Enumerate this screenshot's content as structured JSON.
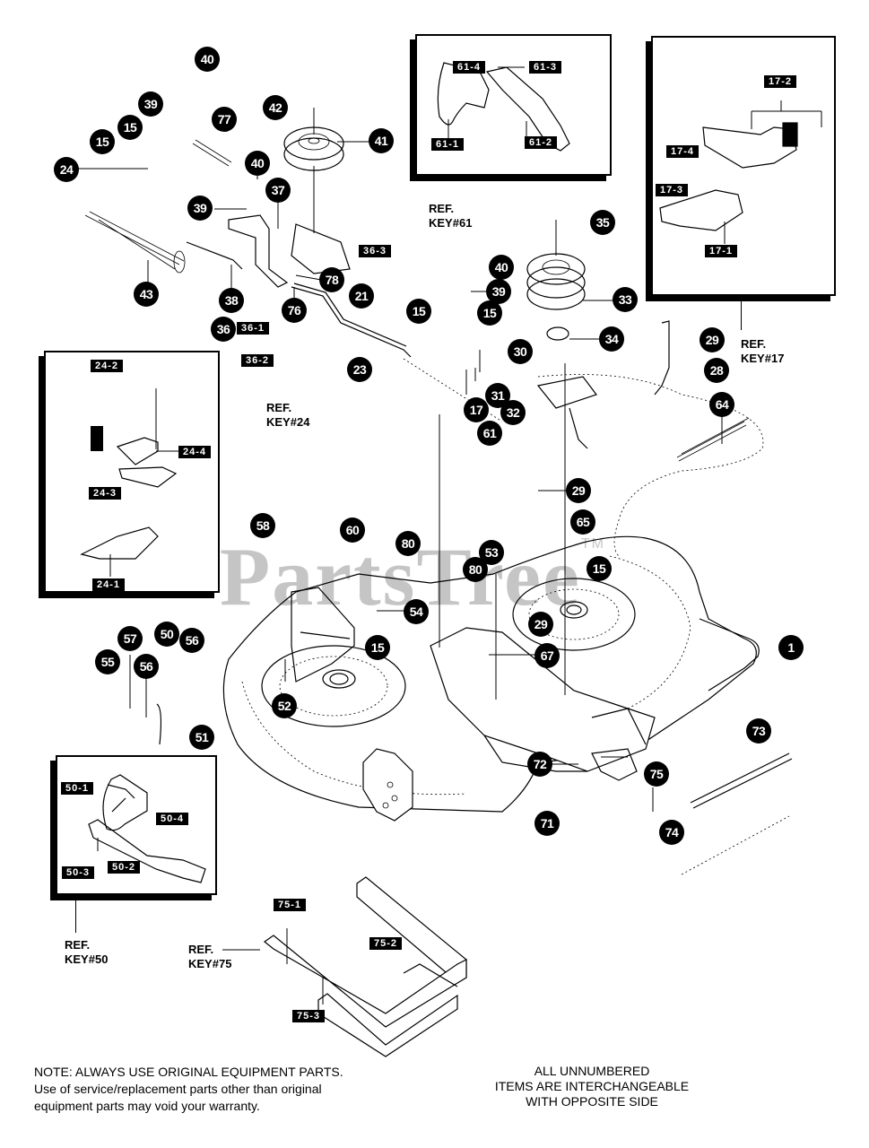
{
  "diagram": {
    "title": "Mower Deck Parts Diagram",
    "watermark": "PartsTree",
    "trademark": "TM",
    "callouts": [
      {
        "key": "40",
        "name": "callout-40-top"
      },
      {
        "key": "39",
        "name": "callout-39-top"
      },
      {
        "key": "77",
        "name": "callout-77"
      },
      {
        "key": "42",
        "name": "callout-42"
      },
      {
        "key": "41",
        "name": "callout-41"
      },
      {
        "key": "15",
        "name": "callout-15-a"
      },
      {
        "key": "15",
        "name": "callout-15-b"
      },
      {
        "key": "24",
        "name": "callout-24"
      },
      {
        "key": "40",
        "name": "callout-40-mid"
      },
      {
        "key": "37",
        "name": "callout-37"
      },
      {
        "key": "39",
        "name": "callout-39-mid"
      },
      {
        "key": "43",
        "name": "callout-43"
      },
      {
        "key": "38",
        "name": "callout-38"
      },
      {
        "key": "78",
        "name": "callout-78"
      },
      {
        "key": "21",
        "name": "callout-21"
      },
      {
        "key": "76",
        "name": "callout-76"
      },
      {
        "key": "36",
        "name": "callout-36"
      },
      {
        "key": "15",
        "name": "callout-15-c"
      },
      {
        "key": "23",
        "name": "callout-23"
      },
      {
        "key": "35",
        "name": "callout-35"
      },
      {
        "key": "40",
        "name": "callout-40-right"
      },
      {
        "key": "39",
        "name": "callout-39-right"
      },
      {
        "key": "33",
        "name": "callout-33"
      },
      {
        "key": "15",
        "name": "callout-15-d"
      },
      {
        "key": "34",
        "name": "callout-34"
      },
      {
        "key": "30",
        "name": "callout-30"
      },
      {
        "key": "29",
        "name": "callout-29-top"
      },
      {
        "key": "28",
        "name": "callout-28"
      },
      {
        "key": "31",
        "name": "callout-31"
      },
      {
        "key": "17",
        "name": "callout-17"
      },
      {
        "key": "32",
        "name": "callout-32"
      },
      {
        "key": "61",
        "name": "callout-61"
      },
      {
        "key": "64",
        "name": "callout-64"
      },
      {
        "key": "29",
        "name": "callout-29-mid"
      },
      {
        "key": "65",
        "name": "callout-65"
      },
      {
        "key": "58",
        "name": "callout-58"
      },
      {
        "key": "60",
        "name": "callout-60"
      },
      {
        "key": "80",
        "name": "callout-80-a"
      },
      {
        "key": "53",
        "name": "callout-53"
      },
      {
        "key": "80",
        "name": "callout-80-b"
      },
      {
        "key": "15",
        "name": "callout-15-e"
      },
      {
        "key": "54",
        "name": "callout-54"
      },
      {
        "key": "29",
        "name": "callout-29-low"
      },
      {
        "key": "15",
        "name": "callout-15-f"
      },
      {
        "key": "67",
        "name": "callout-67"
      },
      {
        "key": "1",
        "name": "callout-1"
      },
      {
        "key": "57",
        "name": "callout-57"
      },
      {
        "key": "50",
        "name": "callout-50"
      },
      {
        "key": "56",
        "name": "callout-56-a"
      },
      {
        "key": "55",
        "name": "callout-55"
      },
      {
        "key": "56",
        "name": "callout-56-b"
      },
      {
        "key": "52",
        "name": "callout-52"
      },
      {
        "key": "51",
        "name": "callout-51"
      },
      {
        "key": "73",
        "name": "callout-73"
      },
      {
        "key": "72",
        "name": "callout-72"
      },
      {
        "key": "75",
        "name": "callout-75"
      },
      {
        "key": "71",
        "name": "callout-71"
      },
      {
        "key": "74",
        "name": "callout-74"
      }
    ],
    "sublabels": {
      "k36_3": "36-3",
      "k36_1": "36-1",
      "k36_2": "36-2",
      "k61_1": "61-1",
      "k61_2": "61-2",
      "k61_3": "61-3",
      "k61_4": "61-4",
      "k17_1": "17-1",
      "k17_2": "17-2",
      "k17_3": "17-3",
      "k17_4": "17-4",
      "k24_1": "24-1",
      "k24_2": "24-2",
      "k24_3": "24-3",
      "k24_4": "24-4",
      "k50_1": "50-1",
      "k50_2": "50-2",
      "k50_3": "50-3",
      "k50_4": "50-4",
      "k75_1": "75-1",
      "k75_2": "75-2",
      "k75_3": "75-3"
    },
    "refs": {
      "r61": {
        "line1": "REF.",
        "line2": "KEY#61"
      },
      "r17": {
        "line1": "REF.",
        "line2": "KEY#17"
      },
      "r24": {
        "line1": "REF.",
        "line2": "KEY#24"
      },
      "r50": {
        "line1": "REF.",
        "line2": "KEY#50"
      },
      "r75": {
        "line1": "REF.",
        "line2": "KEY#75"
      }
    }
  },
  "notes": {
    "warning": {
      "line1": "NOTE: ALWAYS USE ORIGINAL EQUIPMENT PARTS.",
      "line2": "Use of service/replacement parts other than original",
      "line3": "equipment parts may void your warranty."
    },
    "interchangeable": {
      "line1": "ALL UNNUMBERED",
      "line2": "ITEMS ARE INTERCHANGEABLE",
      "line3": "WITH OPPOSITE SIDE"
    }
  }
}
